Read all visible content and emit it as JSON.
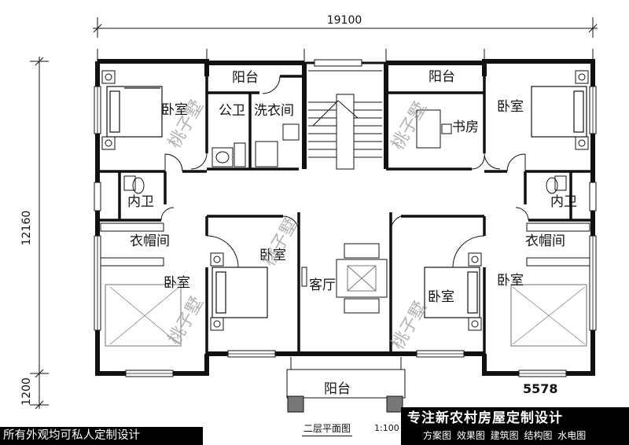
{
  "dimensions": {
    "width_total": "19100",
    "depth_total": "12160",
    "balcony_depth": "1200"
  },
  "rooms": {
    "balcony_top_left": "阳台",
    "balcony_top_right": "阳台",
    "balcony_bottom": "阳台",
    "bedroom_nw": "卧室",
    "public_wc": "公卫",
    "laundry": "洗衣间",
    "study": "书房",
    "bedroom_ne": "卧室",
    "ensuite_left": "内卫",
    "ensuite_right": "内卫",
    "closet_left": "衣帽间",
    "closet_right": "衣帽间",
    "bedroom_w": "卧室",
    "bedroom_center_left": "卧室",
    "living_room": "客厅",
    "bedroom_center_right": "卧室",
    "bedroom_e": "卧室"
  },
  "watermark": "桃子墅",
  "code": "5578",
  "plan_title": "二层平面图",
  "scale": "1:100",
  "banner_left": "所有外观均可私人定制设计",
  "banner_right": {
    "title": "专注新农村房屋定制设计",
    "services": "方案图 效果图 建筑图 结构图 水电图"
  }
}
